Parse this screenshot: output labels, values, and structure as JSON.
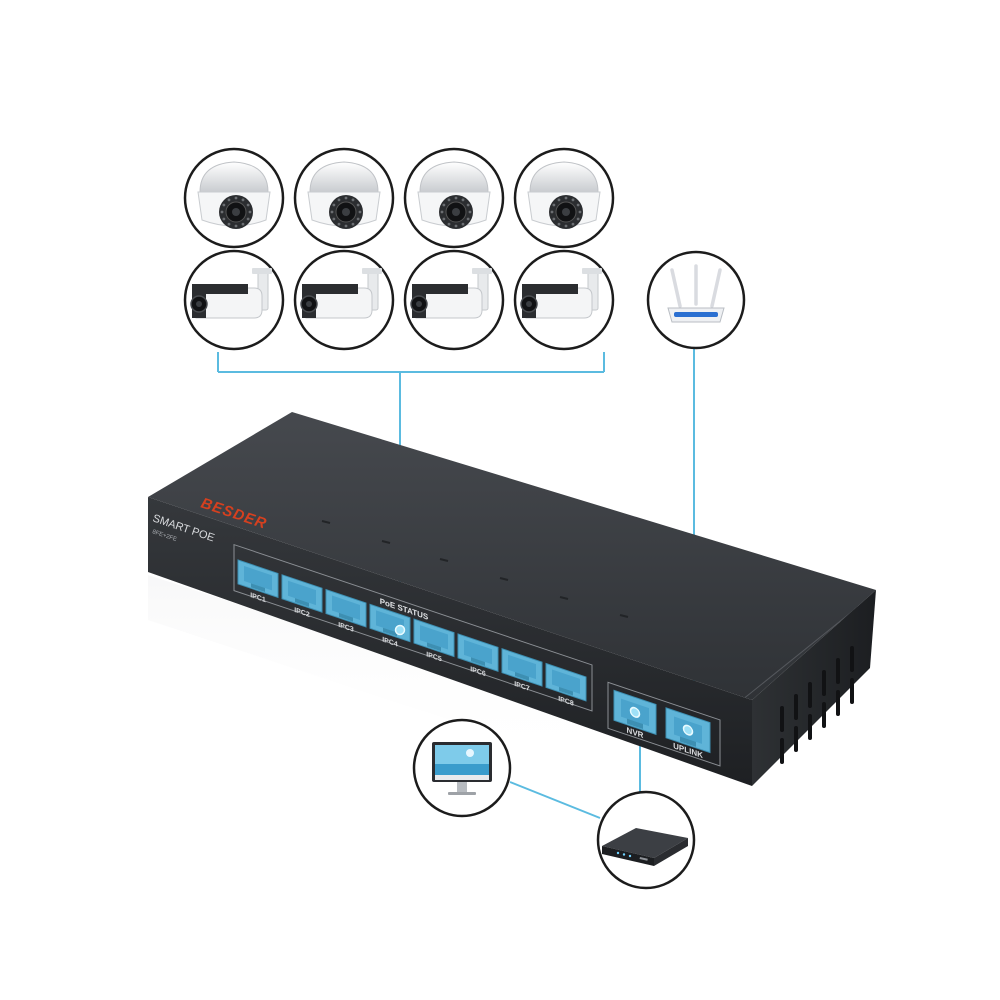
{
  "brand": {
    "logo_text": "BESDER",
    "product_line": "SMART POE",
    "model": "8FE+2FE",
    "poe_status_label": "PoE STATUS"
  },
  "ports": {
    "poe": [
      {
        "label": "IPC1"
      },
      {
        "label": "IPC2"
      },
      {
        "label": "IPC3"
      },
      {
        "label": "IPC4"
      },
      {
        "label": "IPC5"
      },
      {
        "label": "IPC6"
      },
      {
        "label": "IPC7"
      },
      {
        "label": "IPC8"
      }
    ],
    "nvr": {
      "label": "NVR"
    },
    "uplink": {
      "label": "UPLINK"
    }
  },
  "devices": {
    "dome_cameras": [
      "dome-camera-icon",
      "dome-camera-icon",
      "dome-camera-icon",
      "dome-camera-icon"
    ],
    "bullet_cameras": [
      "bullet-camera-icon",
      "bullet-camera-icon",
      "bullet-camera-icon",
      "bullet-camera-icon"
    ],
    "router": "wifi-router-icon",
    "monitor": "monitor-icon",
    "nvr_recorder": "nvr-recorder-icon"
  },
  "colors": {
    "port_teal": "#5fb4d8",
    "link_line": "#5bbbe0",
    "switch_body": "#3a3d42",
    "brand_red": "#d6401f"
  }
}
